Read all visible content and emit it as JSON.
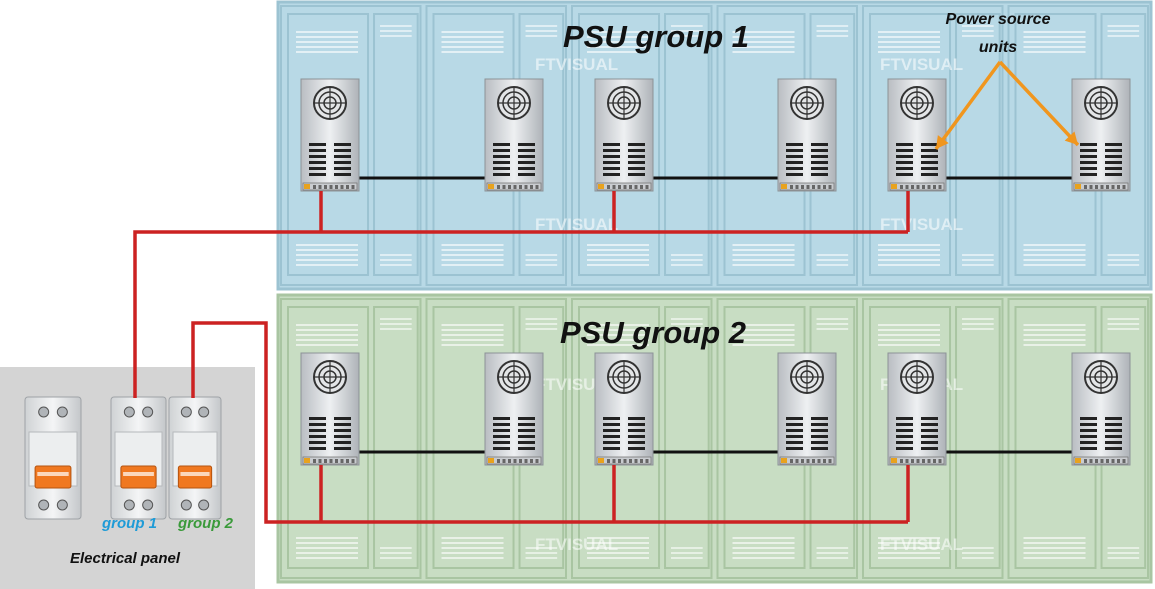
{
  "groups": [
    {
      "title": "PSU group 1",
      "tint": "#b8d9e6",
      "line": "#9cc3d2",
      "cabinet_units": 6
    },
    {
      "title": "PSU group 2",
      "tint": "#c8ddc3",
      "line": "#a9c5a2",
      "cabinet_units": 6
    }
  ],
  "annotation": {
    "line1": "Power source",
    "line2": "units",
    "arrow_color": "#f0961e"
  },
  "panel": {
    "label": "Electrical panel",
    "breaker1_label": "group 1",
    "breaker2_label": "group 2",
    "breaker1_color": "#1e9bd7",
    "breaker2_color": "#3a9a3a"
  },
  "watermark": "FTVISUAL",
  "colors": {
    "cable": "#cc2222",
    "dc_link": "#111111",
    "psu_metal": "#d9dcdf",
    "toggle": "#f07820"
  },
  "icons": {
    "psu": "power-supply-unit-icon",
    "fan": "fan-grille-icon",
    "breaker": "circuit-breaker-icon"
  }
}
